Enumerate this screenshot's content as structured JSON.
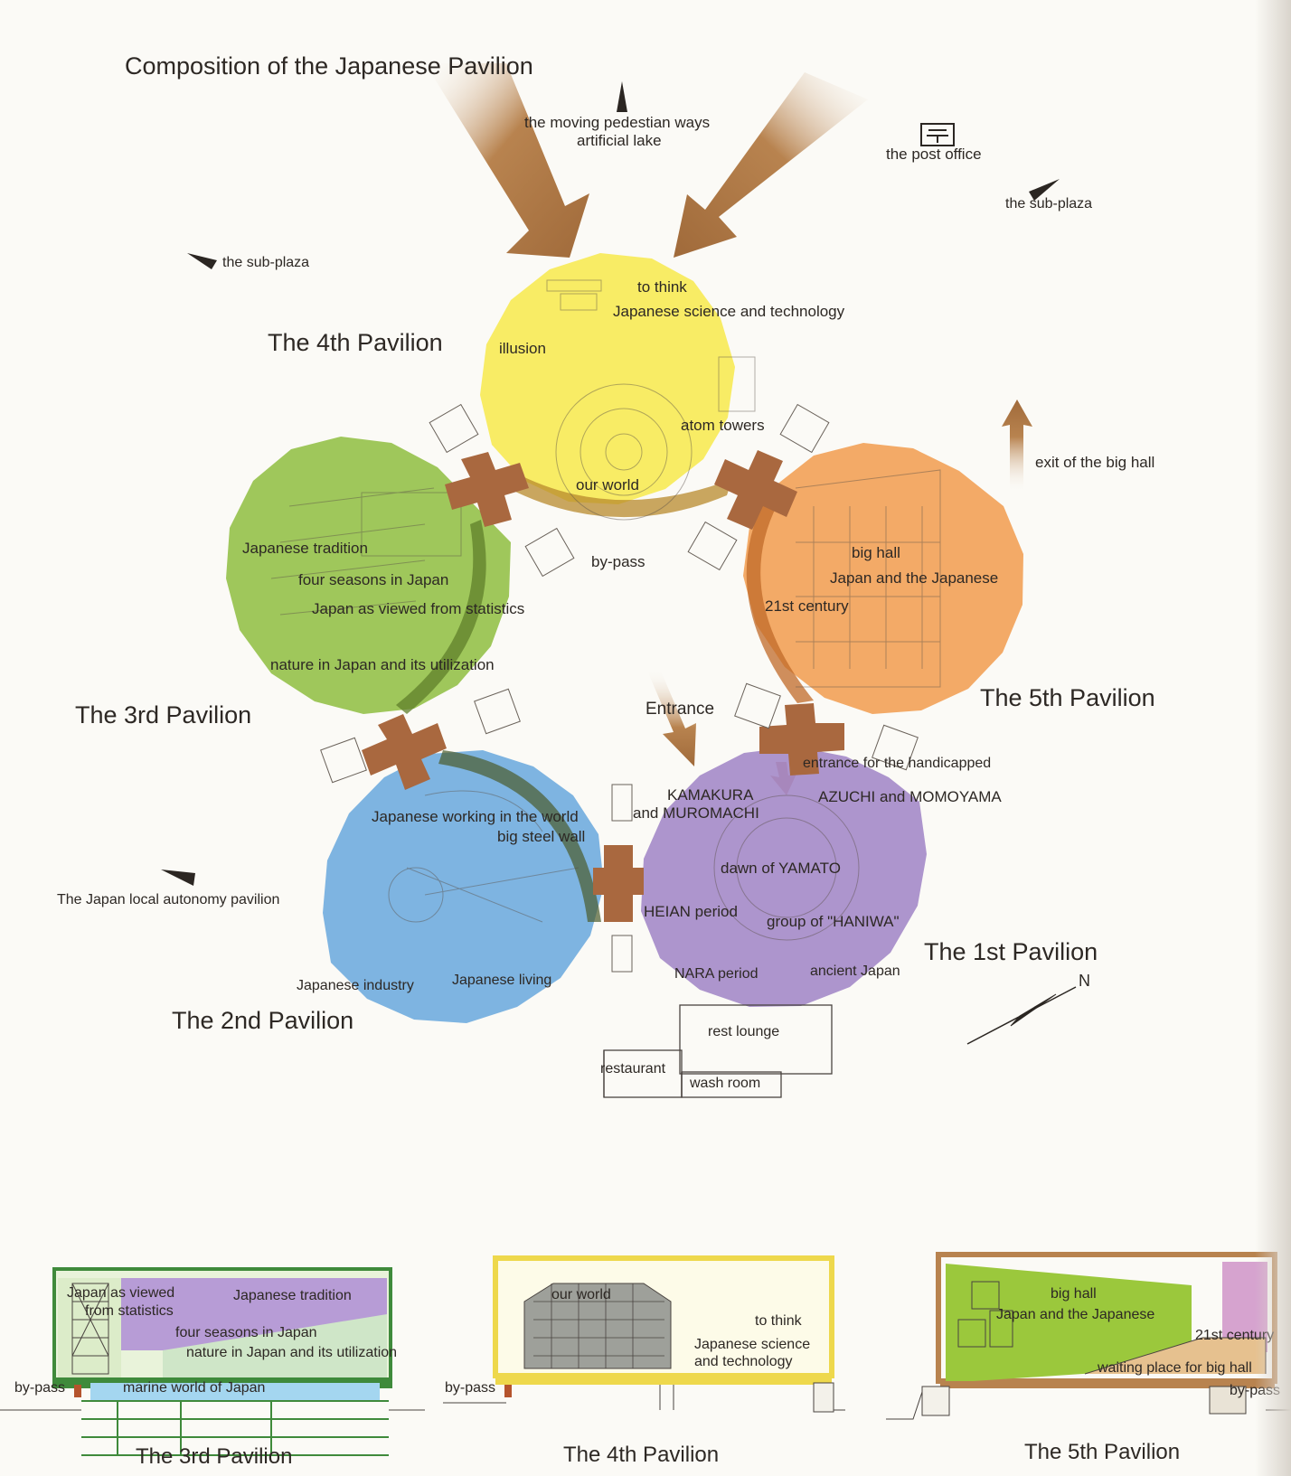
{
  "title": "Composition of the Japanese Pavilion",
  "colors": {
    "pavilion1": "#a68cc9",
    "pavilion2": "#73aede",
    "pavilion3": "#97c24d",
    "pavilion4": "#f7ea58",
    "pavilion5": "#f2a35a",
    "connector": "#a9683f",
    "arrow": "#b8834f",
    "background": "#fbfaf6"
  },
  "pavilions": {
    "p1": {
      "name": "The 1st Pavilion",
      "labels": [
        "KAMAKURA",
        "and MUROMACHI",
        "AZUCHI and MOMOYAMA",
        "dawn of  YAMATO",
        "HEIAN period",
        "group of \"HANIWA\"",
        "NARA period",
        "ancient Japan"
      ]
    },
    "p2": {
      "name": "The 2nd Pavilion",
      "labels": [
        "Japanese working in the world",
        "big steel wall",
        "Japanese industry",
        "Japanese living"
      ]
    },
    "p3": {
      "name": "The 3rd Pavilion",
      "labels": [
        "Japanese tradition",
        "four seasons in Japan",
        "Japan as viewed from statistics",
        "nature in Japan and its utilization"
      ]
    },
    "p4": {
      "name": "The 4th Pavilion",
      "labels": [
        "to think",
        "Japanese science and technology",
        "illusion",
        "atom towers",
        "our world"
      ]
    },
    "p5": {
      "name": "The 5th Pavilion",
      "labels": [
        "big hall",
        "Japan and the Japanese",
        "21st century"
      ]
    }
  },
  "surroundings": {
    "walkway": "the moving pedestian ways",
    "lake": "artificial lake",
    "post_office": "the post office",
    "sub_plaza": "the sub-plaza",
    "exit": "exit of the big hall",
    "bypass": "by-pass",
    "entrance": "Entrance",
    "handicapped": "entrance for the handicapped",
    "autonomy": "The Japan local autonomy pavilion",
    "rest_lounge": "rest lounge",
    "restaurant": "restaurant",
    "wash_room": "wash room",
    "north": "N"
  },
  "sections": {
    "s3": {
      "caption": "The 3rd Pavilion",
      "labels": [
        "Japan as viewed",
        "from statistics",
        "Japanese tradition",
        "four seasons in Japan",
        "nature in Japan and its utilization",
        "marine world of Japan",
        "by-pass"
      ]
    },
    "s4": {
      "caption": "The 4th Pavilion",
      "labels": [
        "our world",
        "to think",
        "Japanese science",
        "and technology",
        "by-pass"
      ]
    },
    "s5": {
      "caption": "The 5th Pavilion",
      "labels": [
        "big hall",
        "Japan and the Japanese",
        "21st century",
        "waiting place for big hall",
        "by-pass"
      ]
    }
  }
}
